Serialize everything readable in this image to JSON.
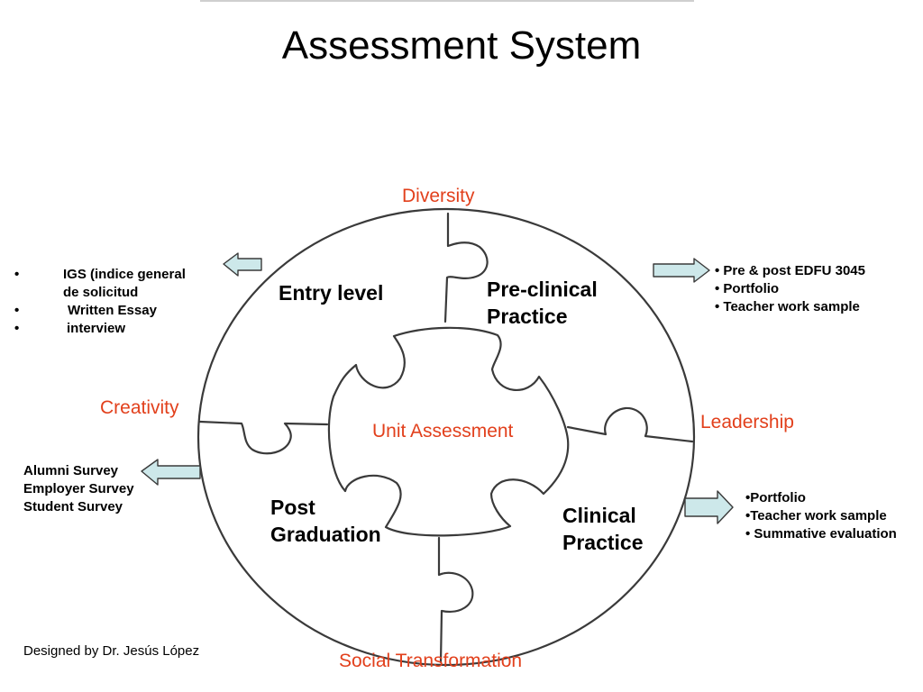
{
  "title": "Assessment System",
  "values": {
    "top": "Diversity",
    "left": "Creativity",
    "right": "Leadership",
    "bottom": "Social Transformation"
  },
  "center_label": "Unit Assessment",
  "stages": {
    "entry": "Entry level",
    "preclinical": [
      "Pre-clinical",
      "Practice"
    ],
    "post": [
      "Post",
      "Graduation"
    ],
    "clinical": [
      "Clinical",
      "Practice"
    ]
  },
  "assessments": {
    "entry": [
      "IGS (indice general",
      "de solicitud",
      "Written Essay",
      "interview"
    ],
    "preclinical": [
      "• Pre & post EDFU 3045",
      "• Portfolio",
      "• Teacher work sample"
    ],
    "post": [
      "Alumni Survey",
      "Employer Survey",
      "Student Survey"
    ],
    "clinical": [
      "•Portfolio",
      "•Teacher work sample",
      "• Summative evaluation"
    ]
  },
  "colors": {
    "value_text": "#e2401c",
    "arrow_fill": "#cde8ea",
    "outline": "#3a3a3a"
  },
  "credit": "Designed by Dr. Jesús López"
}
